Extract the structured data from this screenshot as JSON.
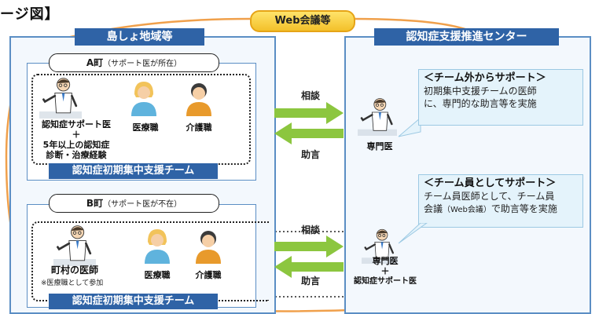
{
  "page_title": "ージ図】",
  "web_meeting": "Web会議等",
  "island_region": {
    "title": "島しょ地域等"
  },
  "center": {
    "title": "認知症支援推進センター"
  },
  "town_a": {
    "name": "A町",
    "status": "（サポート医が所在）",
    "doctor_label_lines": [
      "認知症サポート医",
      "＋",
      "5年以上の認知症",
      "診断・治療経験"
    ],
    "medical_label": "医療職",
    "care_label": "介護職",
    "team_label": "認知症初期集中支援チーム"
  },
  "town_b": {
    "name": "B町",
    "status": "（サポート医が不在）",
    "doctor_label": "町村の医師",
    "doctor_note": "※医療職として参加",
    "medical_label": "医療職",
    "care_label": "介護職",
    "team_label": "認知症初期集中支援チーム"
  },
  "flow_a": {
    "consult": "相談",
    "advice": "助言"
  },
  "flow_b": {
    "consult": "相談",
    "advice": "助言"
  },
  "specialist_a": {
    "label": "専門医"
  },
  "specialist_b": {
    "label_lines": [
      "専門医",
      "＋",
      "認知症サポート医"
    ]
  },
  "callout_a": {
    "heading": "＜チーム外からサポート＞",
    "line1": "初期集中支援チームの医師",
    "line2": "に、専門的な助言等を実施"
  },
  "callout_b": {
    "heading": "＜チーム員としてサポート＞",
    "line1": "チーム員医師として、チーム員",
    "line2_pre": "会議",
    "line2_small": "（Web会議）",
    "line2_post": "で助言等を実施"
  },
  "colors": {
    "region_border": "#5b8ec4",
    "band": "#2f63a6",
    "orange_line": "#f0a04b",
    "arrow_green": "#8cc63f",
    "pill_fill": "#f3c12a",
    "callout_fill": "#e4f3fb"
  },
  "icons": {
    "doctor": "doctor-icon",
    "medical_staff": "nurse-icon",
    "care_staff": "caregiver-icon"
  }
}
